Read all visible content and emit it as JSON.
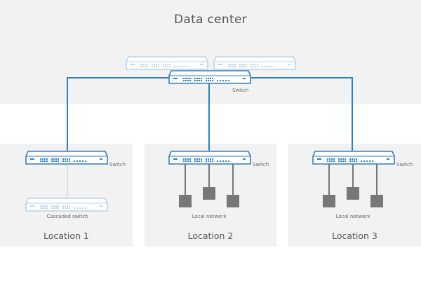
{
  "data_center": {
    "title": "Data center",
    "switch_label": "Switch"
  },
  "locations": [
    {
      "title": "Location 1",
      "switch_label": "Switch",
      "sub_label": "Cascaded switch"
    },
    {
      "title": "Location 2",
      "switch_label": "Switch",
      "sub_label": "Local network"
    },
    {
      "title": "Location 3",
      "switch_label": "Switch",
      "sub_label": "Local network"
    }
  ],
  "colors": {
    "accent": "#2f7fc1",
    "panel": "#f2f2f2",
    "device": "#777777",
    "faded": "#b9d3ea"
  }
}
